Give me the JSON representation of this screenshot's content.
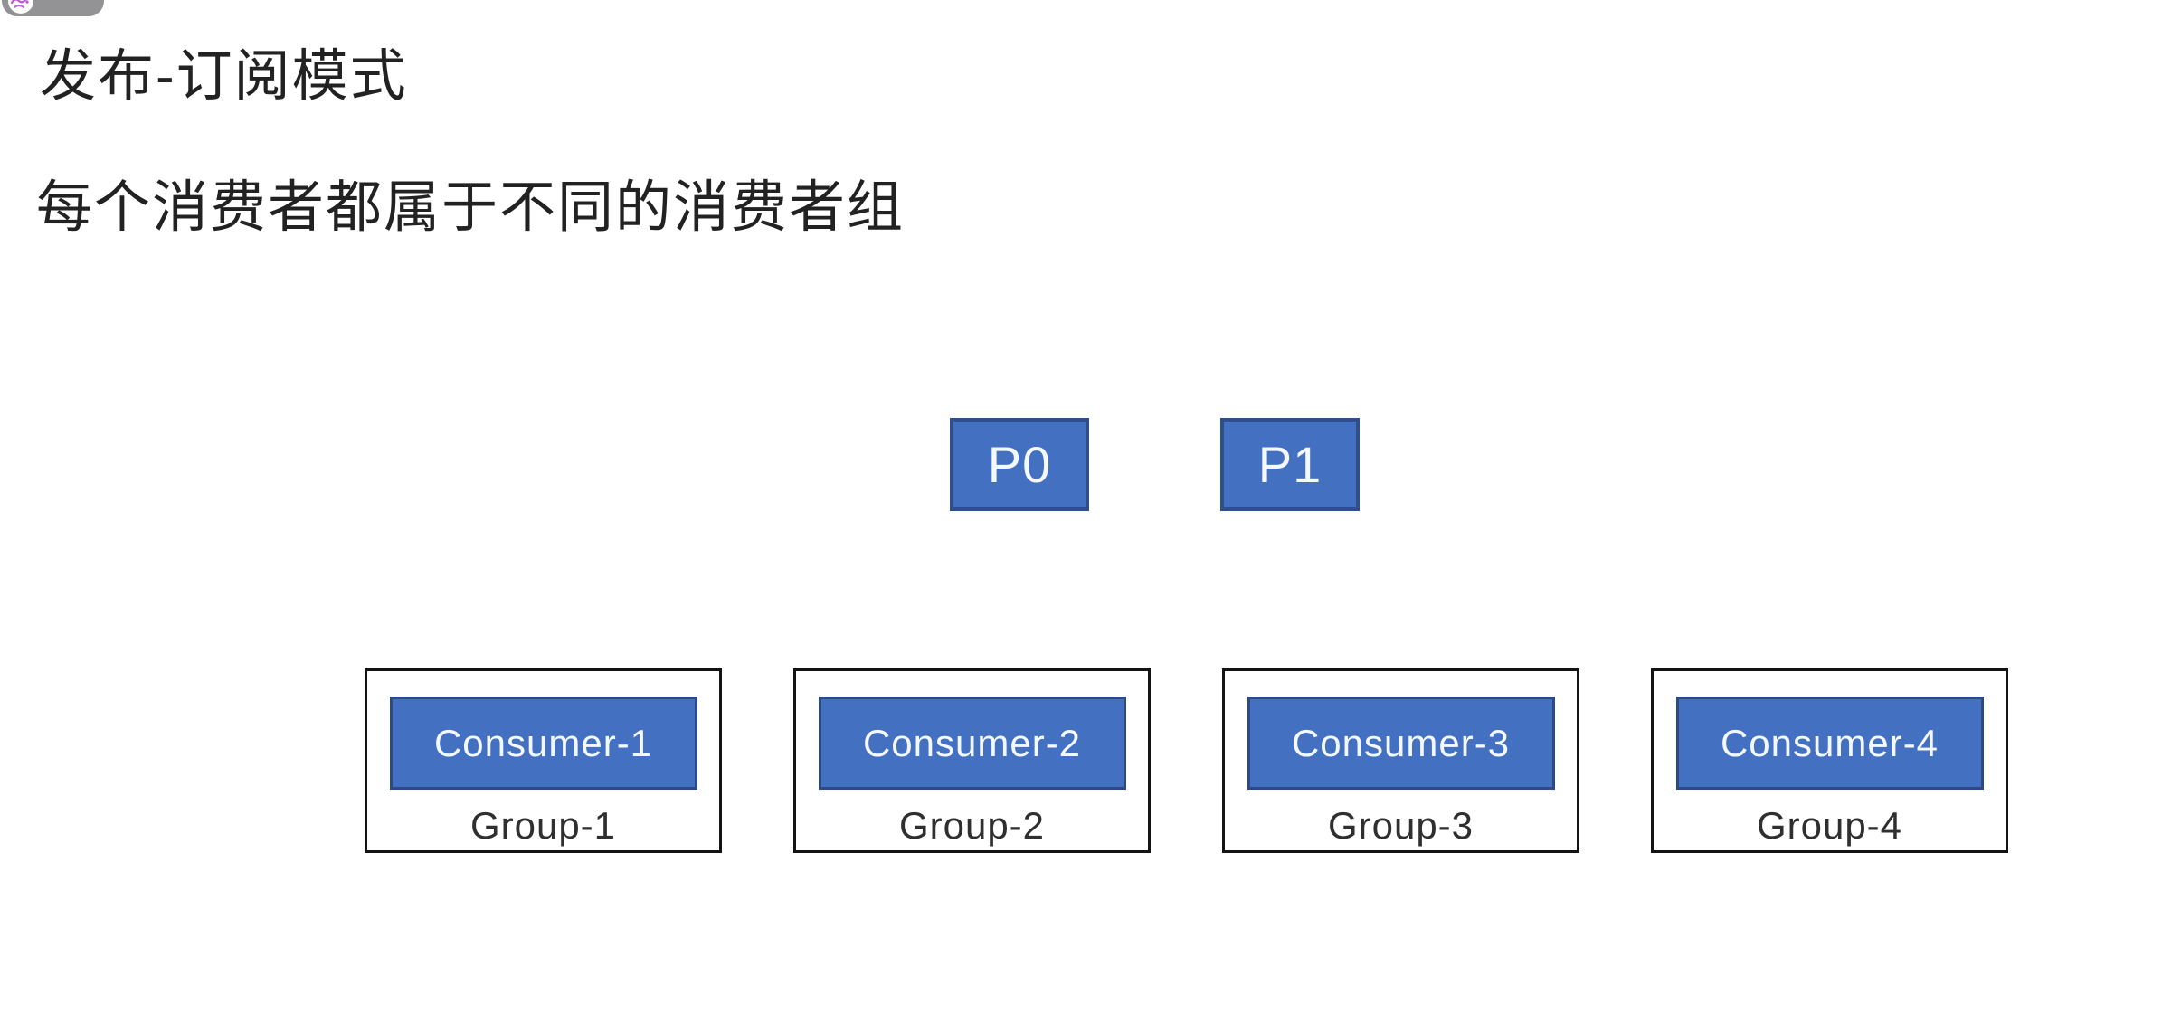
{
  "slide": {
    "title": "发布-订阅模式",
    "subtitle": "每个消费者都属于不同的消费者组"
  },
  "watermark": {
    "avatar_icon": "avatar-logo-icon"
  },
  "diagram": {
    "partitions": [
      {
        "label": "P0"
      },
      {
        "label": "P1"
      }
    ],
    "groups": [
      {
        "consumer_label": "Consumer-1",
        "group_label": "Group-1"
      },
      {
        "consumer_label": "Consumer-2",
        "group_label": "Group-2"
      },
      {
        "consumer_label": "Consumer-3",
        "group_label": "Group-3"
      },
      {
        "consumer_label": "Consumer-4",
        "group_label": "Group-4"
      }
    ]
  },
  "colors": {
    "partition_fill": "#4470C2",
    "partition_border": "#2F4E8C",
    "consumer_fill": "#4470C2",
    "consumer_border": "#2C4A86",
    "group_border": "#141414",
    "heading_text": "#222222",
    "group_label_text": "#2F2F2F",
    "box_text": "#F4F8FF",
    "watermark_pill": "#8D8D90",
    "watermark_logo": "#C154D6",
    "background": "#FFFFFF"
  }
}
